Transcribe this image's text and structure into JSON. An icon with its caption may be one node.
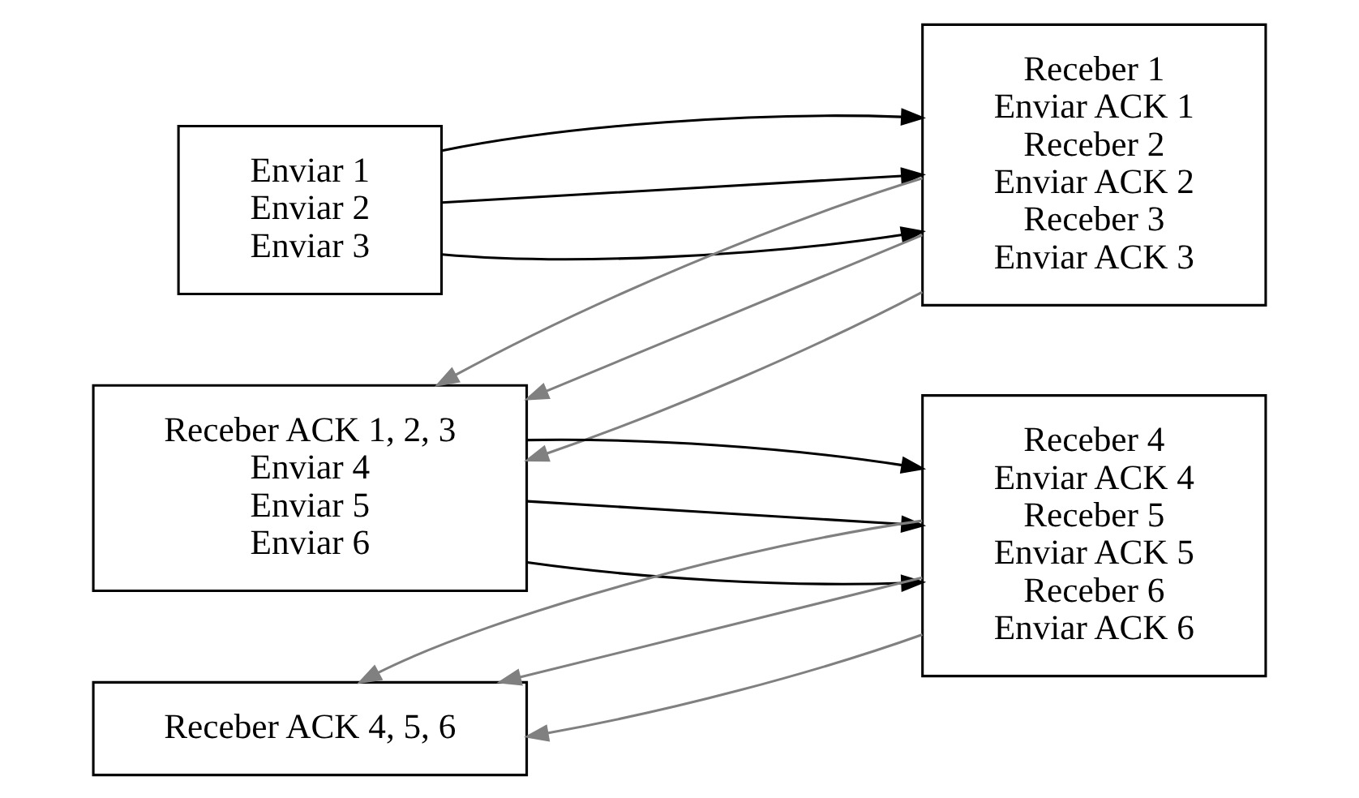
{
  "diagram": {
    "nodes": [
      {
        "text": [
          "Enviar 1",
          "Enviar 2",
          "Enviar 3"
        ]
      },
      {
        "text": [
          "Receber 1",
          "Enviar ACK 1",
          "Receber 2",
          "Enviar ACK 2",
          "Receber 3",
          "Enviar ACK 3"
        ]
      },
      {
        "text": [
          "Receber ACK 1, 2, 3",
          "Enviar 4",
          "Enviar 5",
          "Enviar 6"
        ]
      },
      {
        "text": [
          "Receber 4",
          "Enviar ACK 4",
          "Receber 5",
          "Enviar ACK 5",
          "Receber 6",
          "Enviar ACK 6"
        ]
      },
      {
        "text": [
          "Receber ACK 4, 5, 6"
        ]
      }
    ],
    "edges": [
      {
        "from": 0,
        "to": 1,
        "arrow": "to"
      },
      {
        "from": 0,
        "to": 1,
        "arrow": "to"
      },
      {
        "from": 0,
        "to": 1,
        "arrow": "to"
      },
      {
        "from": 1,
        "to": 2,
        "arrow": "to",
        "color": "#808080"
      },
      {
        "from": 1,
        "to": 2,
        "arrow": "to",
        "color": "#808080"
      },
      {
        "from": 1,
        "to": 2,
        "arrow": "to",
        "color": "#808080"
      },
      {
        "from": 2,
        "to": 3,
        "arrow": "to"
      },
      {
        "from": 2,
        "to": 3,
        "arrow": "to"
      },
      {
        "from": 2,
        "to": 3,
        "arrow": "to"
      },
      {
        "from": 3,
        "to": 4,
        "arrow": "to",
        "color": "#808080"
      },
      {
        "from": 3,
        "to": 4,
        "arrow": "to",
        "color": "#808080"
      },
      {
        "from": 3,
        "to": 4,
        "arrow": "to",
        "color": "#808080"
      }
    ]
  }
}
